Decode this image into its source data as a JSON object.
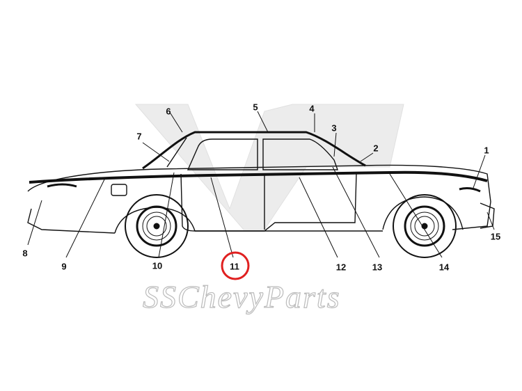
{
  "diagram": {
    "callouts": [
      "1",
      "2",
      "3",
      "4",
      "5",
      "6",
      "7",
      "8",
      "9",
      "10",
      "11",
      "12",
      "13",
      "14",
      "15"
    ],
    "highlighted_callout": "11",
    "highlight_color": "#e02020",
    "watermark": "SSChevyParts"
  }
}
